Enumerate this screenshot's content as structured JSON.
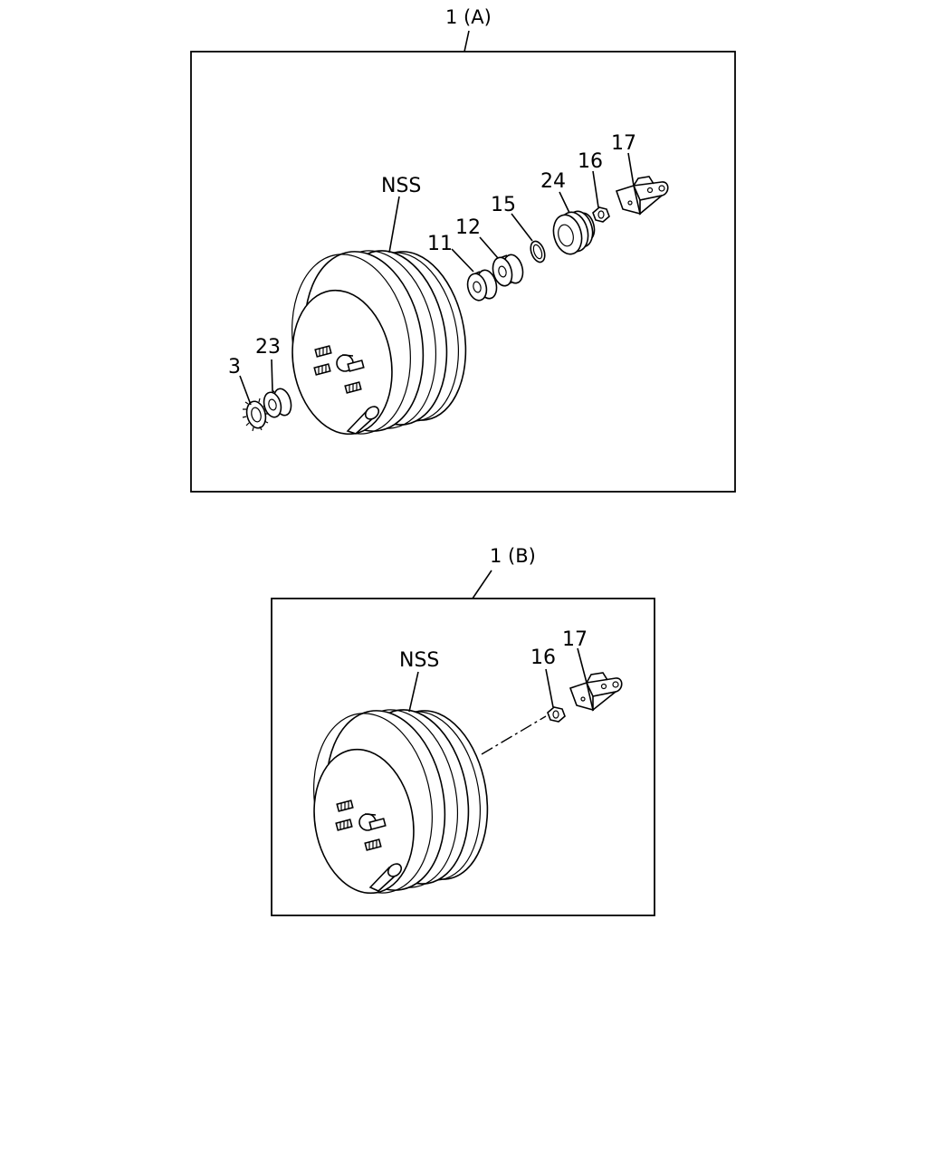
{
  "diagram_a": {
    "title": "1 (A)",
    "labels": {
      "nss": "NSS",
      "p3": "3",
      "p23": "23",
      "p11": "11",
      "p12": "12",
      "p15": "15",
      "p24": "24",
      "p16": "16",
      "p17": "17"
    }
  },
  "diagram_b": {
    "title": "1 (B)",
    "labels": {
      "nss": "NSS",
      "p16": "16",
      "p17": "17"
    }
  }
}
